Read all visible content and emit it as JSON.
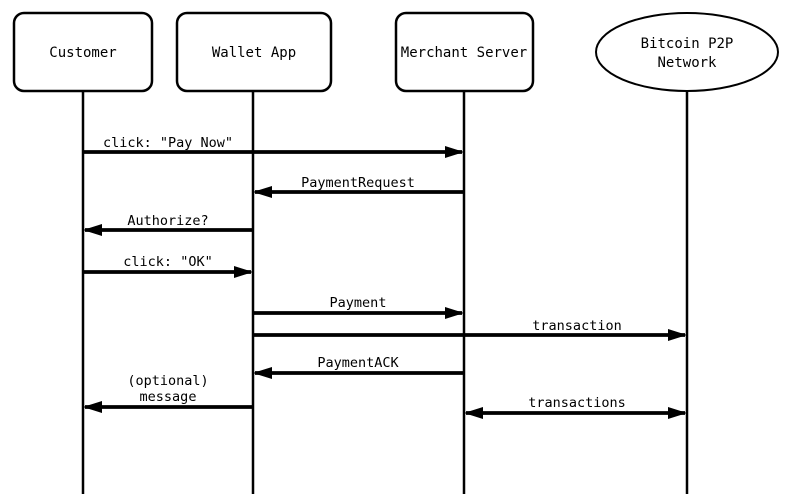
{
  "diagram": {
    "background_color": "#ffffff",
    "stroke_color": "#000000",
    "type": "sequence-diagram"
  },
  "actors": [
    {
      "label": "Customer",
      "shape": "rounded-rectangle"
    },
    {
      "label": "Wallet App",
      "shape": "rounded-rectangle"
    },
    {
      "label": "Merchant Server",
      "shape": "rounded-rectangle"
    },
    {
      "label_lines": [
        "Bitcoin P2P",
        "Network"
      ],
      "shape": "ellipse"
    }
  ],
  "messages": [
    {
      "label": "click: \"Pay Now\"",
      "from": "Customer",
      "to": "Merchant Server",
      "arrow": "right"
    },
    {
      "label": "PaymentRequest",
      "from": "Merchant Server",
      "to": "Wallet App",
      "arrow": "left"
    },
    {
      "label": "Authorize?",
      "from": "Wallet App",
      "to": "Customer",
      "arrow": "left"
    },
    {
      "label": "click: \"OK\"",
      "from": "Customer",
      "to": "Wallet App",
      "arrow": "right"
    },
    {
      "label": "Payment",
      "from": "Wallet App",
      "to": "Merchant Server",
      "arrow": "right"
    },
    {
      "label": "transaction",
      "from": "Wallet App",
      "to": "Bitcoin P2P Network",
      "arrow": "right"
    },
    {
      "label": "PaymentACK",
      "from": "Merchant Server",
      "to": "Wallet App",
      "arrow": "left"
    },
    {
      "label_lines": [
        "(optional)",
        "message"
      ],
      "from": "Wallet App",
      "to": "Customer",
      "arrow": "left"
    },
    {
      "label": "transactions",
      "from": "Merchant Server",
      "to": "Bitcoin P2P Network",
      "arrow": "both"
    }
  ]
}
